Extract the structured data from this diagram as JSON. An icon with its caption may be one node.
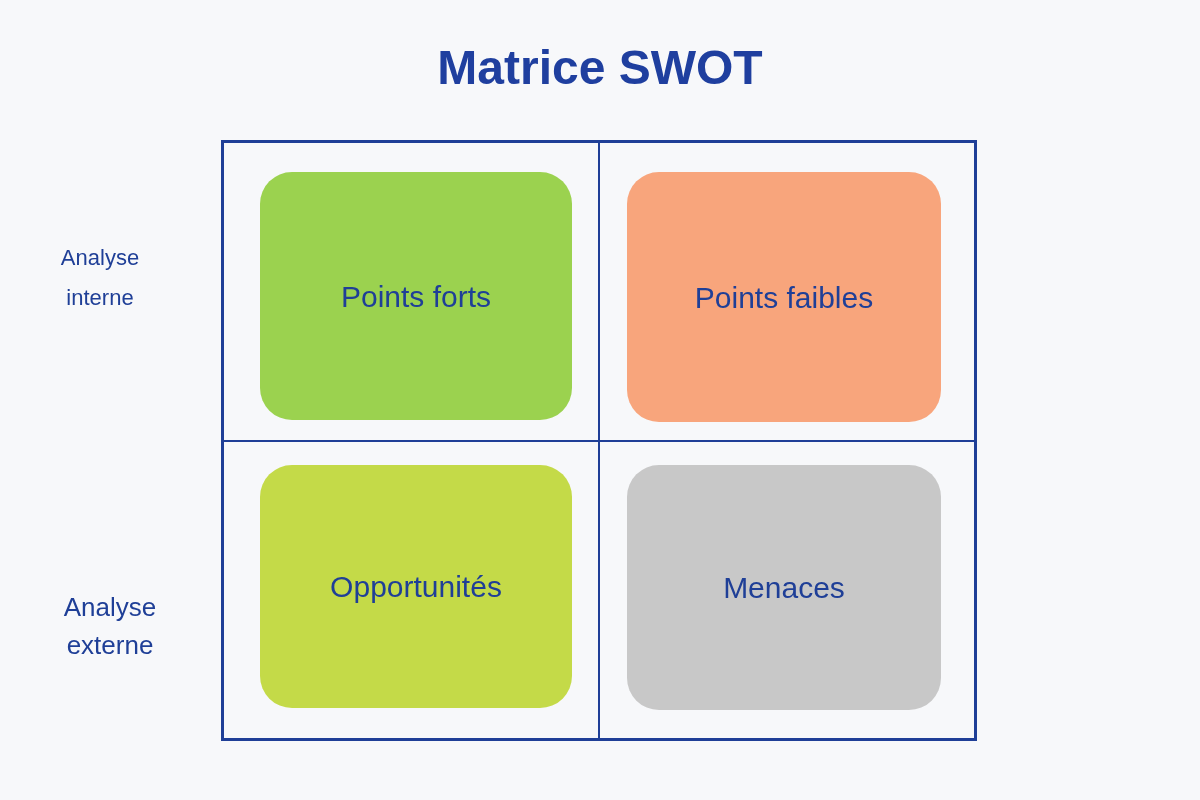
{
  "diagram": {
    "title": "Matrice SWOT",
    "nodes": [
      {
        "text": [
          "Points forts"
        ]
      },
      {
        "text": [
          "Points faibles"
        ]
      },
      {
        "text": [
          "Opportunités"
        ]
      },
      {
        "text": [
          "Menaces"
        ]
      }
    ],
    "labels": [
      "Analyse interne",
      "Analyse externe"
    ]
  }
}
